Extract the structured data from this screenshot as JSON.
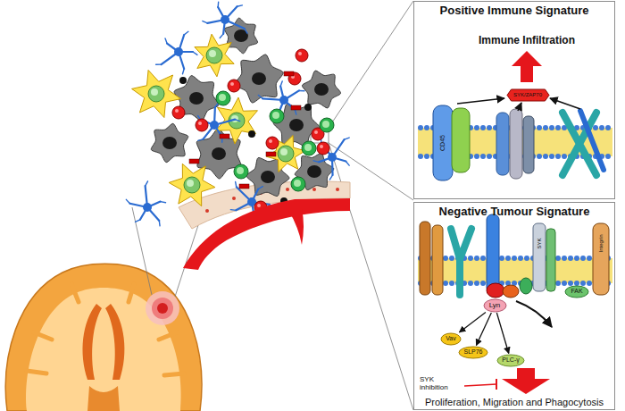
{
  "diagram": {
    "nodes": [
      {
        "text": [
          "Positive Immune Signature"
        ]
      },
      {
        "text": [
          "SYK/ZAP70"
        ],
        "in": 0
      },
      {
        "text": [
          "Negative Tumour Signature"
        ]
      },
      {
        "text": [
          "Lyn"
        ],
        "in": 2
      },
      {
        "text": [
          "FAK"
        ],
        "in": 2
      },
      {
        "text": [
          "Vav"
        ],
        "in": 2
      },
      {
        "text": [
          "SLP76"
        ],
        "in": 2
      },
      {
        "text": [
          "PLC-γ"
        ],
        "in": 2
      }
    ],
    "edges": [
      {
        "from": 3,
        "to": 5,
        "arrow": "to"
      },
      {
        "from": 3,
        "to": 6,
        "arrow": "to"
      },
      {
        "from": 3,
        "to": 7,
        "arrow": "to"
      }
    ],
    "labels": [
      "Immune Infiltration",
      "CD45",
      "SYK",
      "Integrin",
      "SYK inhibition",
      "Proliferation, Migration and Phagocytosis"
    ]
  }
}
